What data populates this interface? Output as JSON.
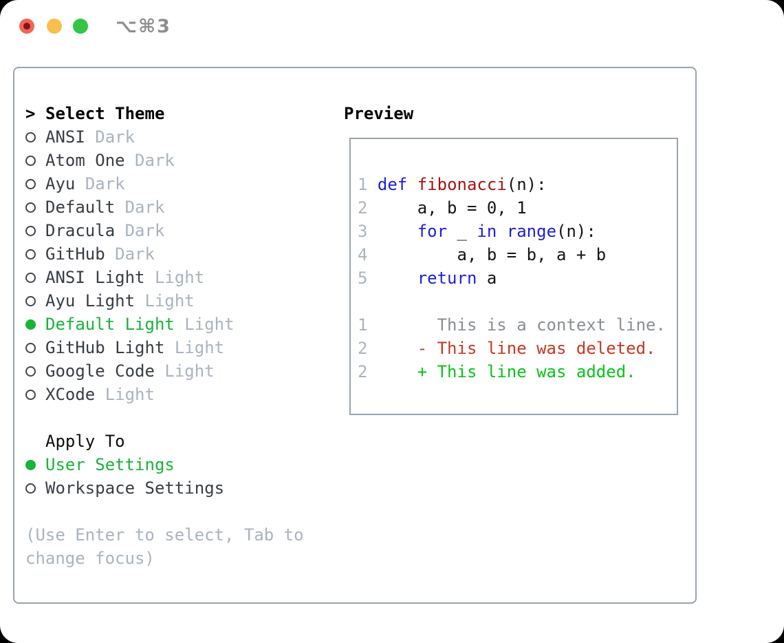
{
  "window": {
    "shortcut": "⌥⌘3",
    "traffic_lights": [
      "close",
      "minimize",
      "zoom"
    ]
  },
  "theme_panel": {
    "title_prefix": ">",
    "title": "Select Theme",
    "themes": [
      {
        "name": "ANSI",
        "variant": "Dark",
        "selected": false
      },
      {
        "name": "Atom One",
        "variant": "Dark",
        "selected": false
      },
      {
        "name": "Ayu",
        "variant": "Dark",
        "selected": false
      },
      {
        "name": "Default",
        "variant": "Dark",
        "selected": false
      },
      {
        "name": "Dracula",
        "variant": "Dark",
        "selected": false
      },
      {
        "name": "GitHub",
        "variant": "Dark",
        "selected": false
      },
      {
        "name": "ANSI Light",
        "variant": "Light",
        "selected": false
      },
      {
        "name": "Ayu Light",
        "variant": "Light",
        "selected": false
      },
      {
        "name": "Default Light",
        "variant": "Light",
        "selected": true
      },
      {
        "name": "GitHub Light",
        "variant": "Light",
        "selected": false
      },
      {
        "name": "Google Code",
        "variant": "Light",
        "selected": false
      },
      {
        "name": "XCode",
        "variant": "Light",
        "selected": false
      }
    ],
    "apply_to": {
      "title": "Apply To",
      "options": [
        {
          "label": "User Settings",
          "selected": true
        },
        {
          "label": "Workspace Settings",
          "selected": false
        }
      ]
    },
    "hint": "(Use Enter to select, Tab to change focus)"
  },
  "preview": {
    "title": "Preview",
    "lines": [
      {
        "tokens": [
          {
            "t": "1",
            "c": "num"
          },
          {
            "t": " ",
            "c": "pl"
          },
          {
            "t": "def",
            "c": "kw"
          },
          {
            "t": " ",
            "c": "pl"
          },
          {
            "t": "fibonacci",
            "c": "fn"
          },
          {
            "t": "(n):",
            "c": "pl"
          }
        ]
      },
      {
        "tokens": [
          {
            "t": "2",
            "c": "num"
          },
          {
            "t": "     ",
            "c": "pl"
          },
          {
            "t": "a, b = 0, 1",
            "c": "pl"
          }
        ]
      },
      {
        "tokens": [
          {
            "t": "3",
            "c": "num"
          },
          {
            "t": "     ",
            "c": "pl"
          },
          {
            "t": "for",
            "c": "kw"
          },
          {
            "t": " _ ",
            "c": "pl"
          },
          {
            "t": "in",
            "c": "kw"
          },
          {
            "t": " ",
            "c": "pl"
          },
          {
            "t": "range",
            "c": "kw"
          },
          {
            "t": "(n):",
            "c": "pl"
          }
        ]
      },
      {
        "tokens": [
          {
            "t": "4",
            "c": "num"
          },
          {
            "t": "         ",
            "c": "pl"
          },
          {
            "t": "a, b = b, a + b",
            "c": "pl"
          }
        ]
      },
      {
        "tokens": [
          {
            "t": "5",
            "c": "num"
          },
          {
            "t": "     ",
            "c": "pl"
          },
          {
            "t": "return",
            "c": "kw"
          },
          {
            "t": " a",
            "c": "pl"
          }
        ]
      },
      {
        "tokens": []
      },
      {
        "tokens": [
          {
            "t": "1",
            "c": "num"
          },
          {
            "t": "       ",
            "c": "pl"
          },
          {
            "t": "This is a context line.",
            "c": "ctx"
          }
        ]
      },
      {
        "tokens": [
          {
            "t": "2",
            "c": "num"
          },
          {
            "t": "     ",
            "c": "pl"
          },
          {
            "t": "- This line was deleted.",
            "c": "del"
          }
        ]
      },
      {
        "tokens": [
          {
            "t": "2",
            "c": "num"
          },
          {
            "t": "     ",
            "c": "pl"
          },
          {
            "t": "+ This line was added.",
            "c": "add"
          }
        ]
      }
    ]
  },
  "colors": {
    "accent_green": "#17b438",
    "diff_added": "#08c417",
    "diff_deleted": "#c83721",
    "keyword_blue": "#1e1ed8",
    "function_red": "#a81212",
    "muted_gray": "#aab3bf",
    "border_gray": "#99a3af"
  }
}
